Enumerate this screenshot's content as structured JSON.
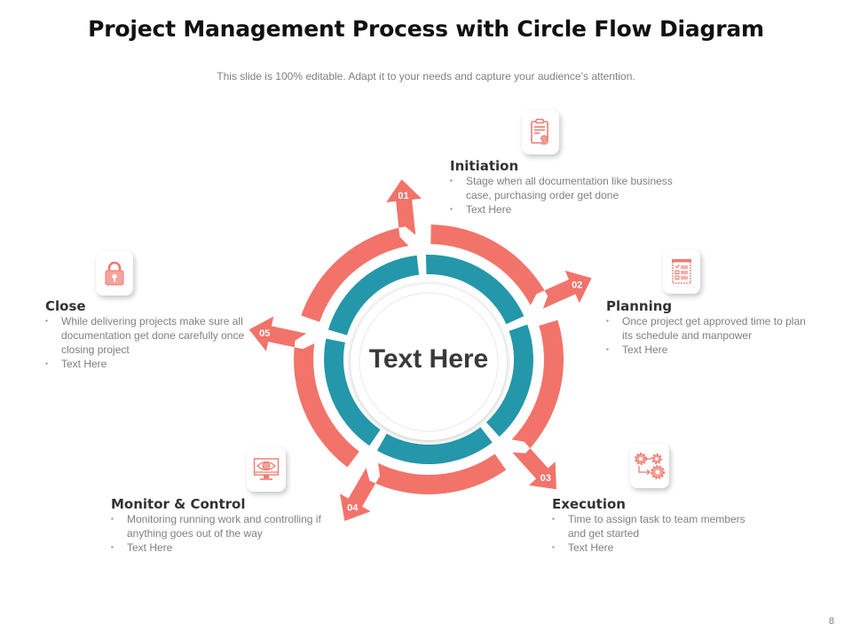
{
  "slide": {
    "title": "Project Management Process with Circle Flow Diagram",
    "subtitle": "This slide is 100% editable. Adapt it to your needs and capture your audience’s attention.",
    "page_number": "8"
  },
  "diagram": {
    "center_text": "Text Here",
    "colors": {
      "outer_ring": "#F2736A",
      "inner_ring": "#2497AA",
      "icon_stroke": "#EE7B72",
      "title_text": "#333333",
      "body_text": "#7F7F7F"
    },
    "steps": [
      {
        "number": "01",
        "title": "Initiation",
        "icon": "certificate-clipboard-icon",
        "bullets": [
          "Stage when all documentation like business case, purchasing order get done",
          "Text Here"
        ]
      },
      {
        "number": "02",
        "title": "Planning",
        "icon": "checklist-icon",
        "bullets": [
          "Once project get approved  time to plan its schedule and manpower",
          "Text Here"
        ]
      },
      {
        "number": "03",
        "title": "Execution",
        "icon": "gears-workflow-icon",
        "bullets": [
          "Time to assign task to team members and get started",
          "Text Here"
        ]
      },
      {
        "number": "04",
        "title": "Monitor  & Control",
        "icon": "monitor-eye-icon",
        "bullets": [
          "Monitoring running work and controlling if anything goes out of the way",
          "Text Here"
        ]
      },
      {
        "number": "05",
        "title": "Close",
        "icon": "padlock-icon",
        "bullets": [
          "While delivering  projects make sure all documentation get done carefully once closing project",
          "Text Here"
        ]
      }
    ]
  }
}
